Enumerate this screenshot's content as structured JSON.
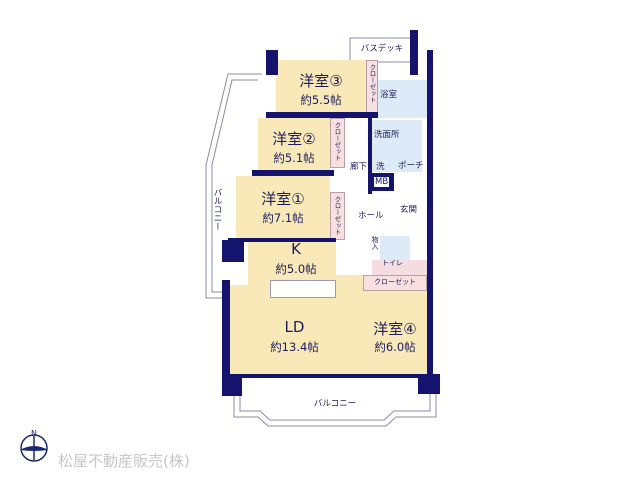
{
  "rooms": {
    "room3": {
      "name": "洋室③",
      "size": "約5.5帖"
    },
    "room2": {
      "name": "洋室②",
      "size": "約5.1帖"
    },
    "room1": {
      "name": "洋室①",
      "size": "約7.1帖"
    },
    "kitchen": {
      "name": "K",
      "size": "約5.0帖"
    },
    "ld": {
      "name": "LD",
      "size": "約13.4帖"
    },
    "room4": {
      "name": "洋室④",
      "size": "約6.0帖"
    }
  },
  "labels": {
    "bath_deck": "バスデッキ",
    "closet_short": "クローゼット",
    "bathroom": "浴室",
    "washroom": "洗面所",
    "washer": "洗",
    "porch": "ポーチ",
    "corridor": "廊下",
    "mb": "MB",
    "hall": "ホール",
    "entrance": "玄関",
    "storage": "物入",
    "toilet": "トイレ",
    "closet4": "クローゼット",
    "balcony_left": "バルコニー",
    "balcony_bottom": "バルコニー"
  },
  "logo": {
    "compass": "N",
    "company": "松屋不動産販売(株)"
  },
  "colors": {
    "wall": "#14146e",
    "room": "#f9e9b8",
    "wet": "#dcebf7",
    "closet": "#f8dfe0"
  }
}
